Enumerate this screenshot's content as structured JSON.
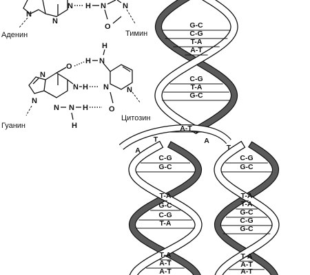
{
  "molecules": {
    "adenine": "Аденин",
    "thymine": "Тимин",
    "guanine": "Гуанин",
    "cytosine": "Цитозин"
  },
  "atoms": {
    "N": "N",
    "H": "H",
    "O": "O"
  },
  "helix_main": {
    "pairs": [
      "G-C",
      "C-G",
      "T-A",
      "A-T",
      "C-G",
      "T-A",
      "G-C"
    ]
  },
  "fork": {
    "center": "A-T",
    "left_t": "T",
    "left_a": "A",
    "right_a": "A",
    "right_t": "T"
  },
  "helix_left": {
    "pairs": [
      "C-G",
      "G-C",
      "T-A",
      "G-C",
      "C-G",
      "T-A",
      "T-A",
      "A-T",
      "A-T"
    ]
  },
  "helix_right": {
    "pairs": [
      "C-G",
      "G-C",
      "T-A",
      "T-A",
      "G-C",
      "C-G",
      "G-C",
      "T-A",
      "A-T",
      "A-T"
    ]
  },
  "colors": {
    "backbone_fill": "#ffffff",
    "backbone_shade": "#5a5a5a",
    "ink": "#111111"
  }
}
